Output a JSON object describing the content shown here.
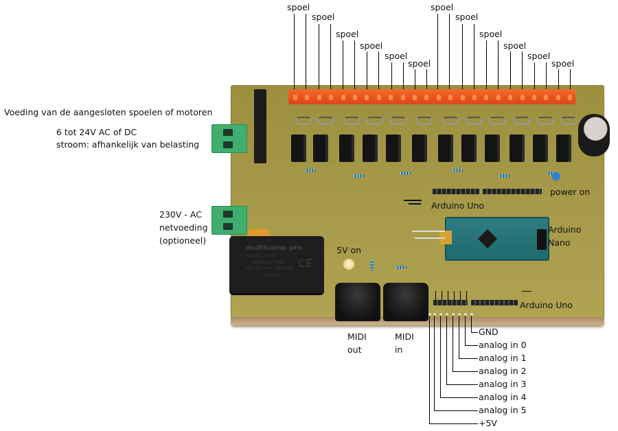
{
  "labels": {
    "coil": "spoel",
    "coil_supply_title": "Voeding van de aangesloten spoelen of motoren",
    "coil_supply_voltage": "6 tot 24V AC of DC",
    "coil_supply_current": "stroom: afhankelijk van belasting",
    "mains_line1": "230V - AC",
    "mains_line2": "netvoeding",
    "mains_line3": "(optioneel)",
    "led_5v": "5V on",
    "power_on": "power on",
    "arduino_uno_top": "Arduino Uno",
    "arduino_nano_line1": "Arduino",
    "arduino_nano_line2": "Nano",
    "arduino_uno_bottom": "Arduino Uno",
    "midi_out_line1": "MIDI",
    "midi_out_line2": "out",
    "midi_in_line1": "MIDI",
    "midi_in_line2": "in"
  },
  "pinout": [
    "GND",
    "analog in 0",
    "analog in 1",
    "analog in 2",
    "analog in 3",
    "analog in 4",
    "analog in 5",
    "+5V"
  ],
  "power_module_text": {
    "brand": "multicomp pro",
    "line1": "IN 100~277V~",
    "line2": "0.23A,50~60Hz",
    "line3": "OUT 5V === /2000mA",
    "line4": "1a.00%",
    "mark": "CE"
  },
  "colors": {
    "pcb": "#a49848",
    "header": "#e9521d",
    "terminal": "#3fae6e",
    "annotation": "#000000"
  }
}
